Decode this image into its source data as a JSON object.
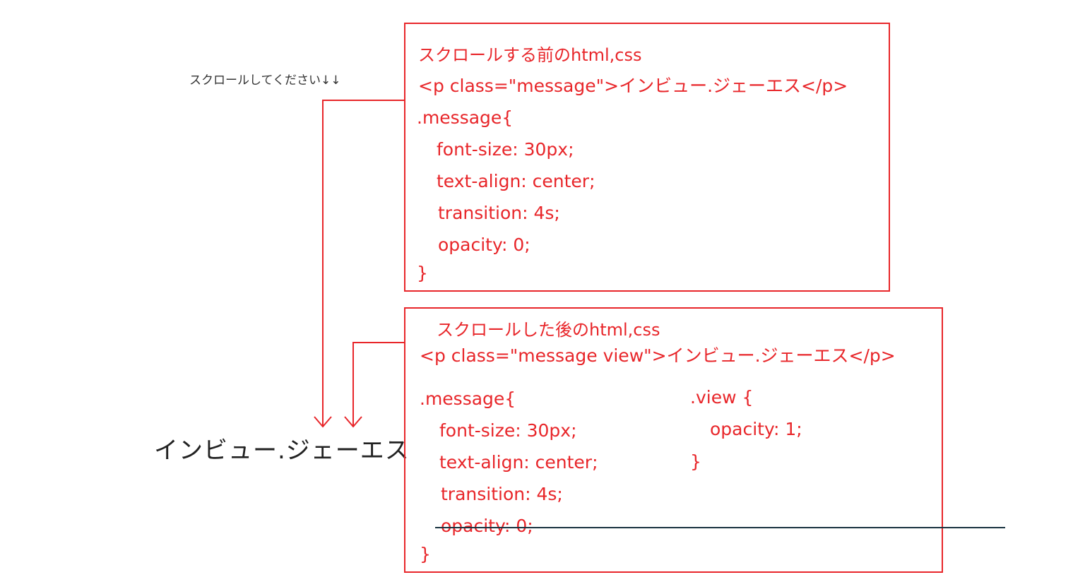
{
  "hint": "スクロールしてください↓↓",
  "brand": "インビュー.ジェーエス",
  "before": {
    "title": "スクロールする前のhtml,css",
    "html": "<p class=\"message\">インビュー.ジェーエス</p>",
    "css": {
      "selector": ".message{",
      "lines": [
        "font-size: 30px;",
        "text-align: center;",
        "transition: 4s;",
        "opacity: 0;"
      ],
      "close": "}"
    }
  },
  "after": {
    "title": "スクロールした後のhtml,css",
    "html": "<p class=\"message view\">インビュー.ジェーエス</p>",
    "css": {
      "selector": ".message{",
      "lines": [
        "font-size: 30px;",
        "text-align: center;",
        "transition: 4s;",
        "opacity: 0;"
      ],
      "close": "}"
    },
    "view": {
      "selector": ".view {",
      "line": "opacity: 1;",
      "close": "}"
    }
  },
  "colors": {
    "accent": "#e8262a",
    "text": "#222222",
    "strike": "#1a3340"
  }
}
